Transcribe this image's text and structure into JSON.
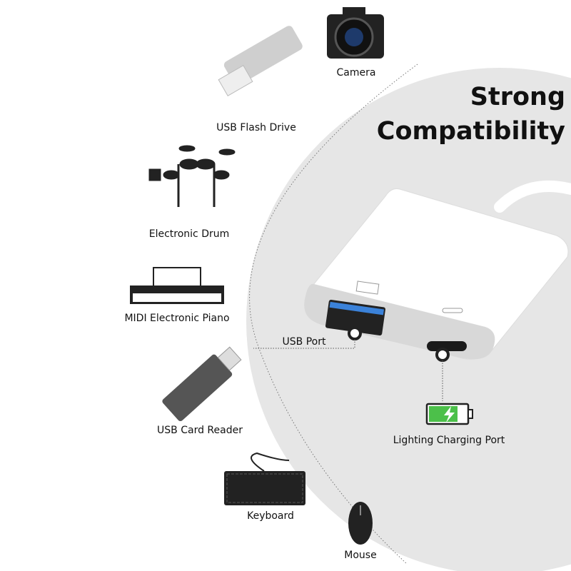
{
  "headline": {
    "line1": "Strong",
    "line2": "Compatibility"
  },
  "devices": [
    {
      "label": "Camera",
      "icon": "camera-icon"
    },
    {
      "label": "USB Flash Drive",
      "icon": "usb-flash-drive-icon"
    },
    {
      "label": "Electronic Drum",
      "icon": "electronic-drum-icon"
    },
    {
      "label": "MIDI Electronic Piano",
      "icon": "piano-keyboard-icon"
    },
    {
      "label": "USB Card Reader",
      "icon": "card-reader-icon"
    },
    {
      "label": "Keyboard",
      "icon": "keyboard-icon"
    },
    {
      "label": "Mouse",
      "icon": "mouse-icon"
    }
  ],
  "ports": {
    "usb": "USB Port",
    "lightning": "Lighting Charging Port"
  },
  "colors": {
    "circle": "#e6e6e6",
    "usb_blue": "#3b82d9",
    "battery_green": "#4cc04a"
  }
}
